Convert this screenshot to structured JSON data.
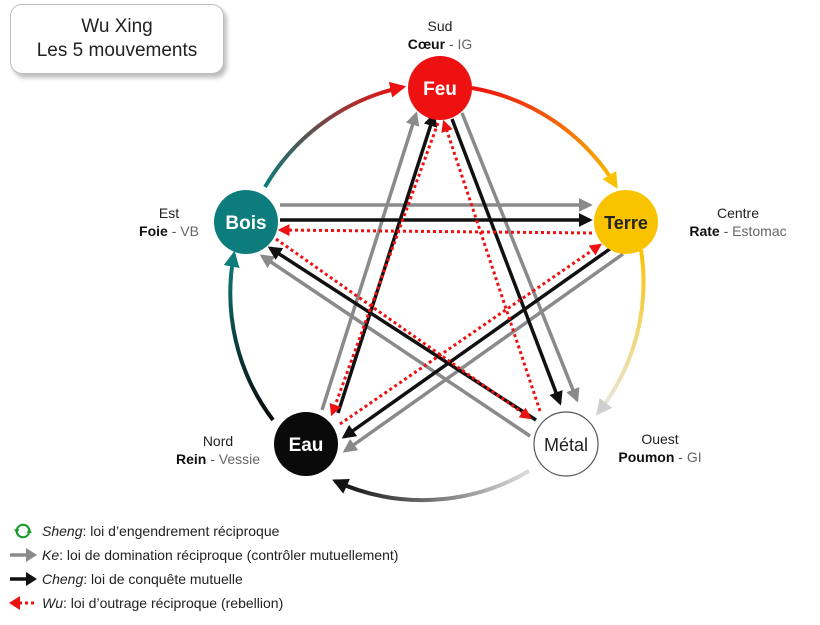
{
  "title": {
    "line1": "Wu Xing",
    "line2": "Les 5 mouvements"
  },
  "elements": {
    "feu": {
      "name": "Feu",
      "direction": "Sud",
      "organ": "Cœur",
      "bowel": "IG",
      "color": "#ee1111",
      "text_color": "#ffffff"
    },
    "terre": {
      "name": "Terre",
      "direction": "Centre",
      "organ": "Rate",
      "bowel": "Estomac",
      "color": "#f9c300",
      "text_color": "#222222"
    },
    "metal": {
      "name": "Métal",
      "direction": "Ouest",
      "organ": "Poumon",
      "bowel": "GI",
      "color": "#ffffff",
      "text_color": "#222222"
    },
    "eau": {
      "name": "Eau",
      "direction": "Nord",
      "organ": "Rein",
      "bowel": "Vessie",
      "color": "#0a0a0a",
      "text_color": "#ffffff"
    },
    "bois": {
      "name": "Bois",
      "direction": "Est",
      "organ": "Foie",
      "bowel": "VB",
      "color": "#0d7c7c",
      "text_color": "#ffffff"
    }
  },
  "separator": "-",
  "legend": [
    {
      "term": "Sheng",
      "text": ": loi d’engendrement réciproque",
      "icon": "green-cycle-icon",
      "color": "#1a9a2a"
    },
    {
      "term": "Ke",
      "text": ": loi de domination réciproque (contrôler mutuellement)",
      "icon": "gray-arrow-icon",
      "color": "#8a8a8a"
    },
    {
      "term": "Cheng",
      "text": ": loi de conquête mutuelle",
      "icon": "black-arrow-icon",
      "color": "#111111"
    },
    {
      "term": "Wu",
      "text": ": loi d’outrage réciproque (rebellion)",
      "icon": "red-dotted-arrow-icon",
      "color": "#ee1111"
    }
  ]
}
